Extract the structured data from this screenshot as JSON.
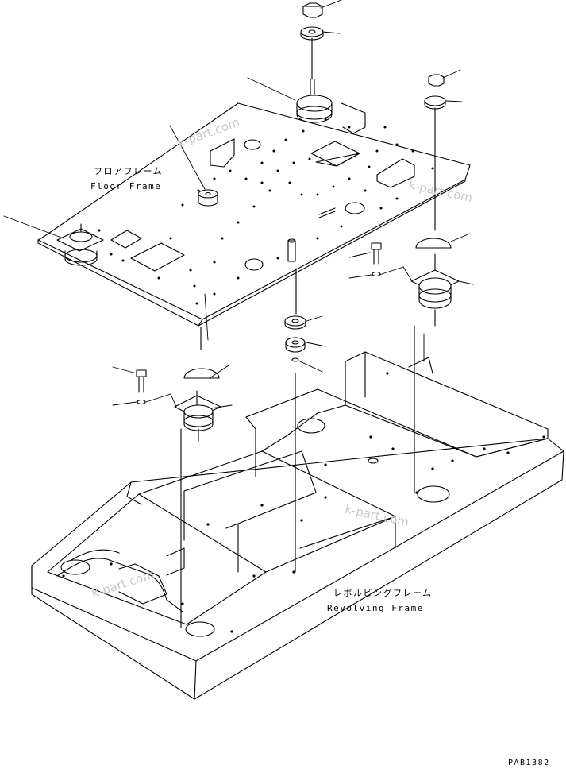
{
  "labels": {
    "floor_frame_jp": "フロアフレーム",
    "floor_frame_en": "Floor Frame",
    "revolving_frame_jp": "レボルビングフレーム",
    "revolving_frame_en": "Revolving Frame",
    "drawing_code": "PAB1382"
  },
  "watermarks": [
    "k-part.com",
    "k-part.com",
    "k-part.com",
    "k-part.com"
  ]
}
